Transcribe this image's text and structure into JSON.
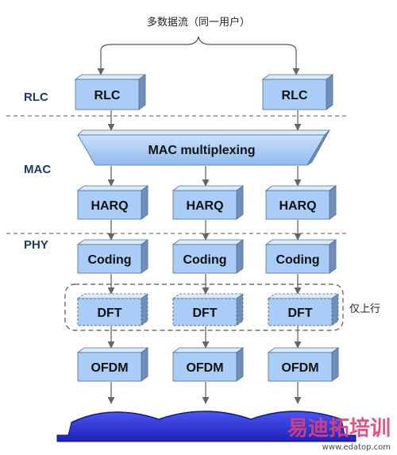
{
  "title": "多数据流（同一用户）",
  "layers": {
    "rlc": "RLC",
    "mac": "MAC",
    "phy": "PHY"
  },
  "blocks": {
    "rlc_left": "RLC",
    "rlc_right": "RLC",
    "mac_mux": "MAC multiplexing",
    "harq": [
      "HARQ",
      "HARQ",
      "HARQ"
    ],
    "coding": [
      "Coding",
      "Coding",
      "Coding"
    ],
    "dft": [
      "DFT",
      "DFT",
      "DFT"
    ],
    "ofdm": [
      "OFDM",
      "OFDM",
      "OFDM"
    ]
  },
  "annotations": {
    "uplink_only": "仅上行"
  },
  "watermark": {
    "brand": "易迪拓培训",
    "site": "www.edatop.com"
  },
  "colors": {
    "block_fill": "#a9cdf7",
    "block_side": "#6f8fb8",
    "block_top": "#dbe9fb",
    "arrow": "#666666",
    "carrier": "#2a2fd6"
  }
}
